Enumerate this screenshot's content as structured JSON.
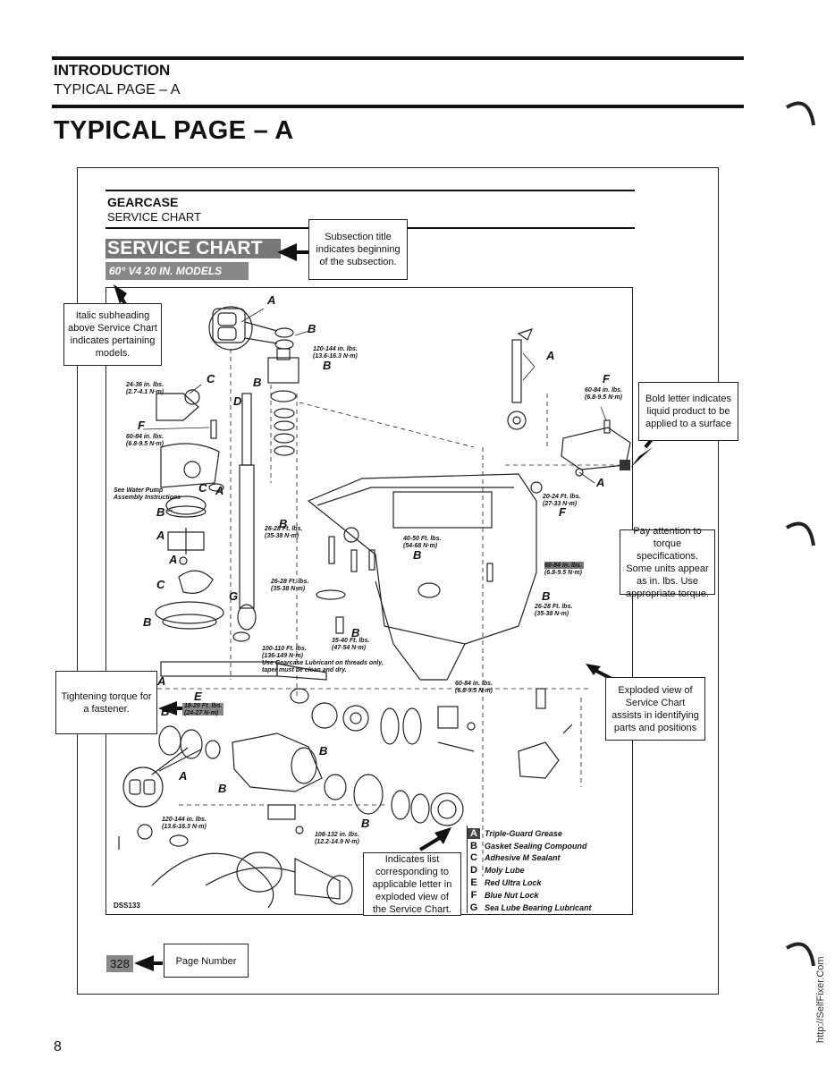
{
  "header": {
    "title": "INTRODUCTION",
    "subtitle": "TYPICAL PAGE – A"
  },
  "page_title": "TYPICAL PAGE – A",
  "gearcase": {
    "title": "GEARCASE",
    "subtitle": "SERVICE CHART"
  },
  "service_chart": {
    "heading": "SERVICE CHART",
    "models": "60° V4 20 IN. MODELS"
  },
  "callouts": {
    "subsection": "Subsection title indicates beginning of the subsection.",
    "italic_subheading": "Italic subheading above Service Chart indicates pertaining models.",
    "bold_letter": "Bold letter indicates liquid product to be applied to a surface",
    "torque_specs": "Pay attention to torque specifications. Some units appear as in. lbs. Use appropriate torque.",
    "exploded_view": "Exploded view of Service Chart assists in identifying parts and positions",
    "tightening": "Tightening torque for a fastener.",
    "indicates_list": "Indicates list corresponding to applicable letter in exploded view of the Service Chart.",
    "page_number": "Page Number"
  },
  "torque_labels": {
    "t1": "120-144 in. lbs.",
    "t1b": "(13.6-16.3 N·m)",
    "t2": "24-36 in. lbs.",
    "t2b": "(2.7-4.1 N·m)",
    "t3": "60-84 in. lbs.",
    "t3b": "(6.8-9.5 N·m)",
    "t4": "60-84 in. lbs.",
    "t4b": "(6.8-9.5 N·m)",
    "t5": "20-24 Ft. lbs.",
    "t5b": "(27-33 N·m)",
    "t6": "26-28 Ft. lbs.",
    "t6b": "(35-38 N·m)",
    "t7": "40-50 Ft. lbs.",
    "t7b": "(54-68 N·m)",
    "t8": "60-84 in. lbs.",
    "t8b": "(6.8-9.5 N·m)",
    "t9": "26-28 Ft. lbs.",
    "t9b": "(35-38 N·m)",
    "t10": "26-28 Ft. lbs.",
    "t10b": "(35-38 N·m)",
    "t11": "35-40 Ft. lbs.",
    "t11b": "(47-54 N·m)",
    "t12": "100-110 Ft. lbs.",
    "t12b": "(136-149 N·m)",
    "t12c": "Use Gearcase Lubricant on threads only,",
    "t12d": "taper must be clean and dry.",
    "t13": "60-84 in. lbs.",
    "t13b": "(6.8-9.5 N·m)",
    "t14": "18-20 Ft. lbs.",
    "t14b": "(24-27 N·m)",
    "t15": "120-144 in. lbs.",
    "t15b": "(13.6-16.3 N·m)",
    "t16": "108-132 in. lbs.",
    "t16b": "(12.2-14.9 N·m)",
    "water_pump_1": "See Water Pump",
    "water_pump_2": "Assembly Instructions"
  },
  "letters": {
    "A": "A",
    "B": "B",
    "C": "C",
    "D": "D",
    "E": "E",
    "F": "F",
    "G": "G"
  },
  "legend": [
    {
      "letter": "A",
      "text": "Triple-Guard Grease"
    },
    {
      "letter": "B",
      "text": "Gasket Sealing Compound"
    },
    {
      "letter": "C",
      "text": "Adhesive M Sealant"
    },
    {
      "letter": "D",
      "text": "Moly Lube"
    },
    {
      "letter": "E",
      "text": "Red Ultra Lock"
    },
    {
      "letter": "F",
      "text": "Blue Nut Lock"
    },
    {
      "letter": "G",
      "text": "Sea Lube Bearing Lubricant"
    }
  ],
  "diagram_code": "DSS133",
  "page_box_number": "328",
  "footer_page": "8",
  "watermark": "http://SelfFixer.Com"
}
